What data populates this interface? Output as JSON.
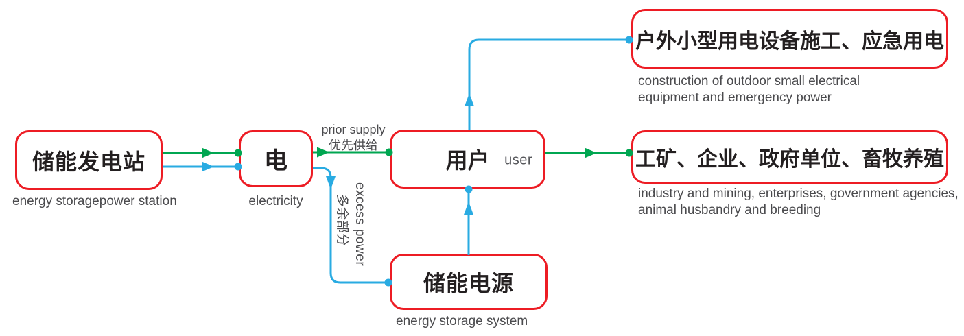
{
  "diagram_type": "flowchart",
  "colors": {
    "box_border_red": "#ED1C24",
    "arrow_green": "#00A651",
    "arrow_blue": "#29ABE2",
    "label_gray": "#4B4B4E",
    "text_black": "#231F20"
  },
  "nodes": {
    "station": {
      "label_zh": "储能发电站",
      "caption": "energy storagepower station"
    },
    "electricity": {
      "label_zh": "电",
      "caption": "electricity"
    },
    "user": {
      "label_zh": "用户",
      "label_en": "user"
    },
    "storage": {
      "label_zh": "储能电源",
      "caption": "energy storage system"
    },
    "outdoor": {
      "label_zh": "户外小型用电设备施工、应急用电",
      "caption_lines": [
        "construction of outdoor small electrical",
        "equipment and emergency power"
      ]
    },
    "industry": {
      "label_zh": "工矿、企业、政府单位、畜牧养殖",
      "caption_lines": [
        "industry and mining, enterprises, government agencies,",
        "animal husbandry and breeding"
      ]
    }
  },
  "edges": {
    "prior_supply": {
      "en": "prior supply",
      "zh": "优先供给"
    },
    "excess_power": {
      "en": "excess power",
      "zh": "多余部分"
    }
  }
}
